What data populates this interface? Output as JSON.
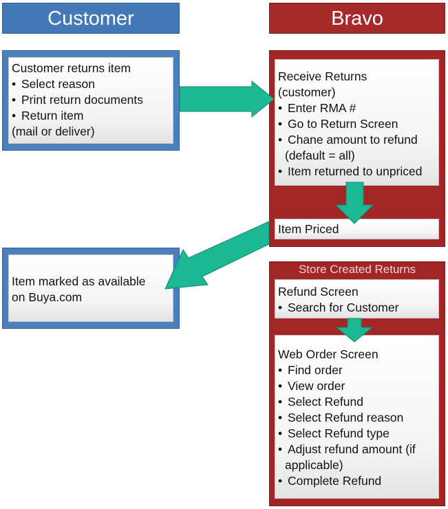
{
  "columns": {
    "customer": {
      "title": "Customer",
      "color": "#4478b6"
    },
    "bravo": {
      "title": "Bravo",
      "color": "#a72a2a"
    }
  },
  "customer_returns": {
    "heading": "Customer returns item",
    "bullets": [
      "Select reason",
      "Print return documents",
      "Return item"
    ],
    "note": "(mail or deliver)"
  },
  "receive_returns": {
    "heading": "Receive Returns",
    "sub": "(customer)",
    "b1": "Enter RMA #",
    "b2": "Go to Return Screen",
    "b3": "Chane amount to refund",
    "b3_cont": "(default = all)",
    "b4": "Item returned to unpriced"
  },
  "item_priced": {
    "label": "Item Priced"
  },
  "item_available": {
    "line1": "Item marked as available",
    "line2": "on Buya.com"
  },
  "store_created": {
    "title": "Store Created Returns"
  },
  "refund_screen": {
    "heading": "Refund Screen",
    "b1": "Search for Customer"
  },
  "web_order": {
    "heading": "Web Order Screen",
    "b1": "Find order",
    "b2": "View order",
    "b3": "Select Refund",
    "b4": "Select Refund reason",
    "b5": "Select Refund type",
    "b6": "Adjust refund amount (if",
    "b6_cont": "applicable)",
    "b7": "Complete Refund"
  },
  "arrow_color": "#1bb893"
}
